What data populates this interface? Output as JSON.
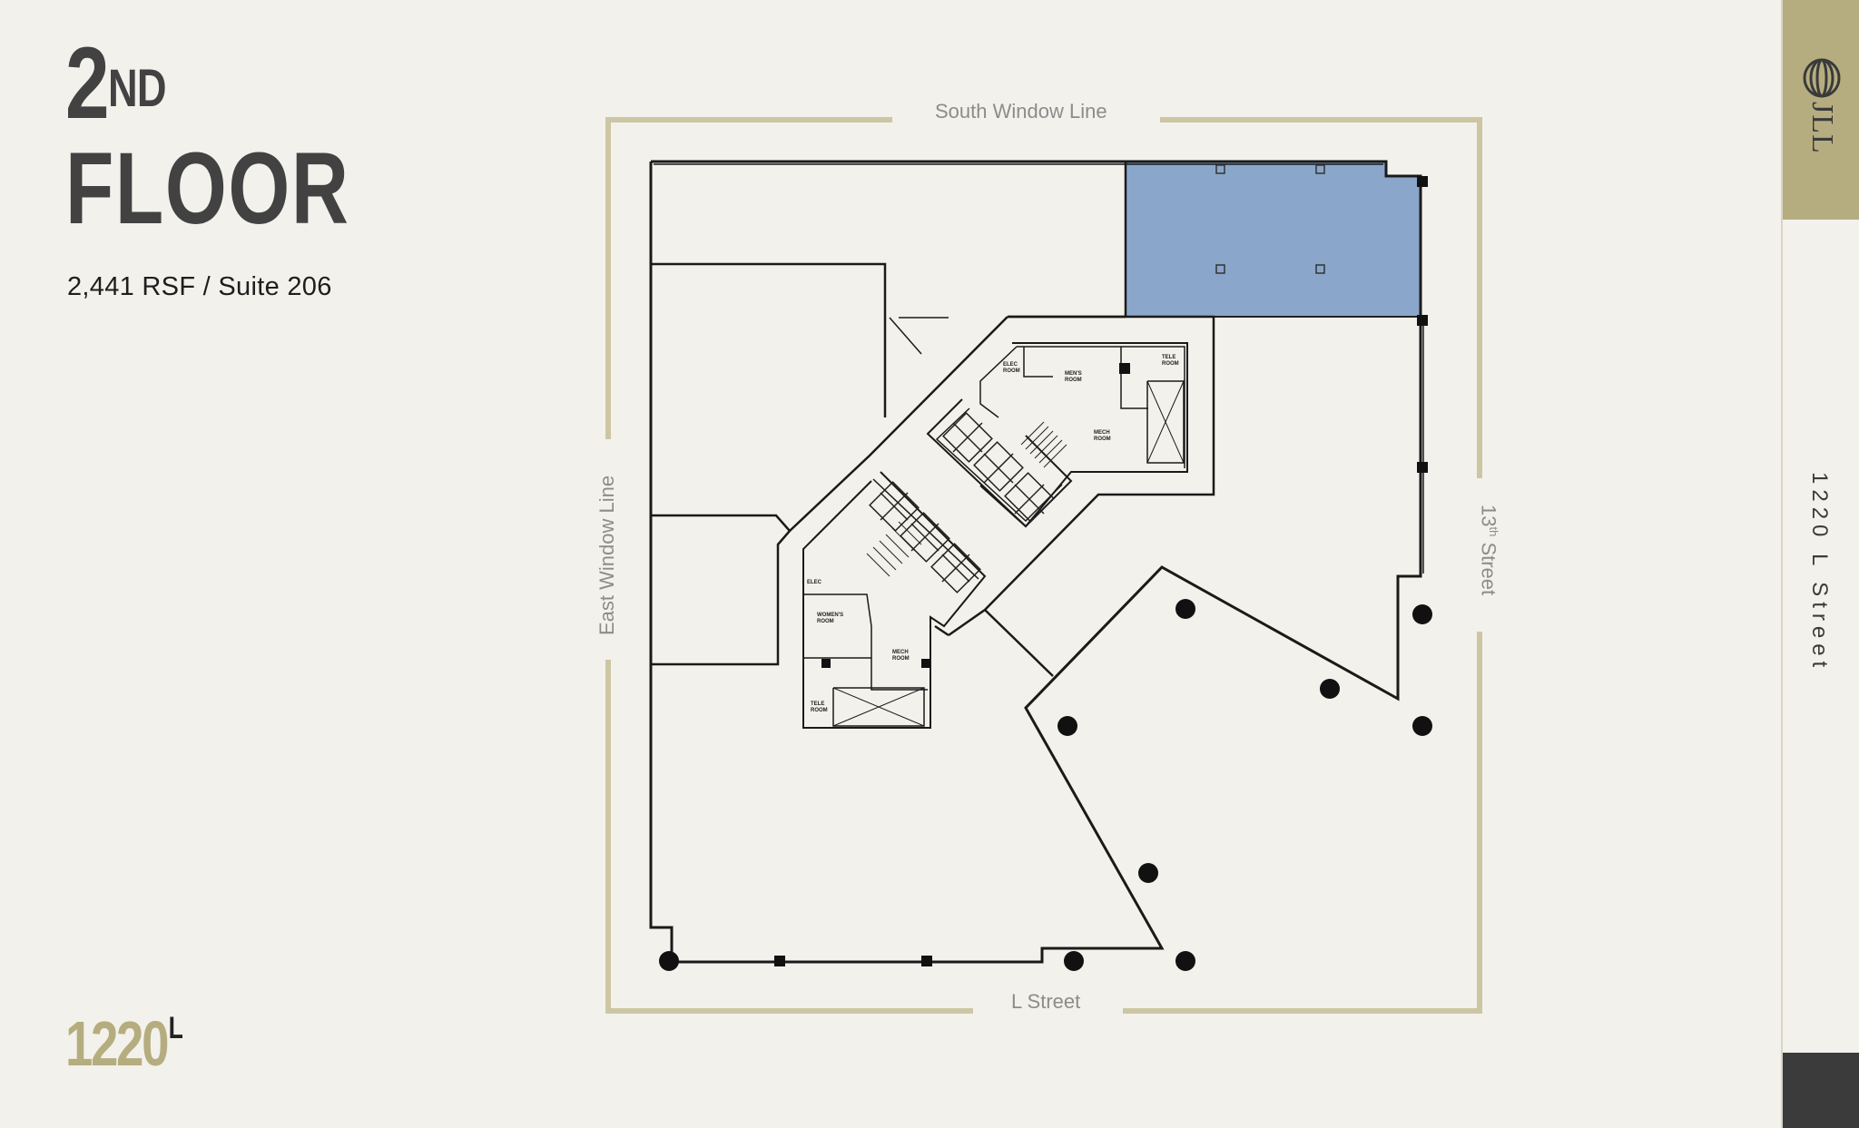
{
  "heading": {
    "floor_number": "2",
    "floor_suffix": "ND",
    "floor_word": "FLOOR"
  },
  "subtitle": "2,441 RSF / Suite 206",
  "orientation": {
    "top": "South Window Line",
    "left": "East Window Line",
    "bottom": "L Street",
    "right_prefix": "13",
    "right_sup": "th",
    "right_suffix": " Street"
  },
  "room_labels": {
    "elec_1": "ELEC",
    "elec_1b": "ROOM",
    "mens": "MEN'S",
    "mens_b": "ROOM",
    "tele_1": "TELE",
    "tele_1b": "ROOM",
    "mech_1": "MECH",
    "mech_1b": "ROOM",
    "elec_2": "ELEC",
    "womens": "WOMEN'S",
    "womens_b": "ROOM",
    "mech_2": "MECH",
    "mech_2b": "ROOM",
    "tele_2": "TELE",
    "tele_2b": "ROOM"
  },
  "suite": {
    "name": "Suite 206",
    "highlight_color": "#8aa6cb"
  },
  "brand": {
    "logo_number": "1220",
    "logo_letter": "L",
    "accent_color": "#b5ad7f",
    "sidebar_brand": "JLL",
    "address": "1220 L Street"
  }
}
